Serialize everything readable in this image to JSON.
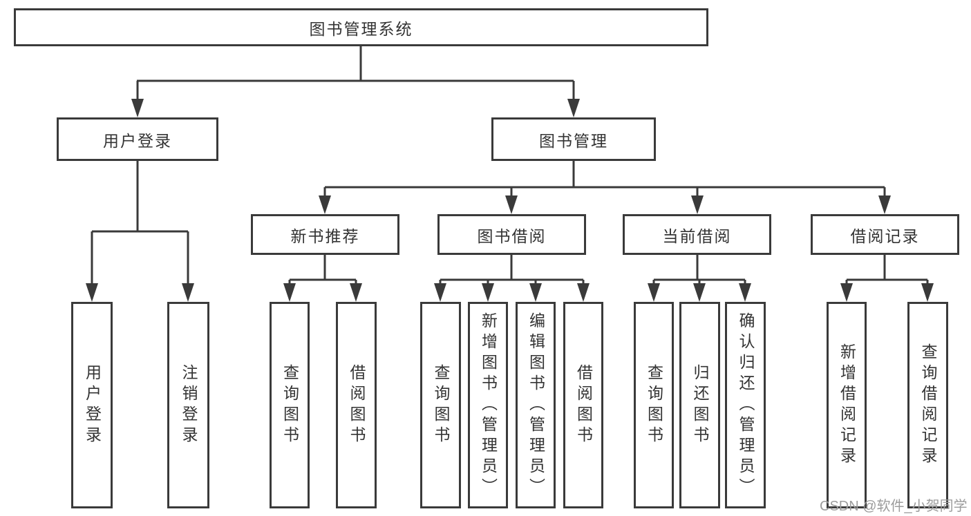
{
  "diagram_title": "图书管理系统",
  "colors": {
    "line": "#3a3a3a",
    "text": "#333333",
    "watermark": "#9c9c9c",
    "box_background": "#ffffff"
  },
  "nodes": {
    "root": {
      "label": "图书管理系统"
    },
    "user_login": {
      "label": "用户登录"
    },
    "book_mgmt": {
      "label": "图书管理"
    },
    "new_book_rec": {
      "label": "新书推荐"
    },
    "book_borrow": {
      "label": "图书借阅"
    },
    "current_borrow": {
      "label": "当前借阅"
    },
    "borrow_records": {
      "label": "借阅记录"
    },
    "leaf_user_login": {
      "label": "用户登录"
    },
    "leaf_logout": {
      "label": "注销登录"
    },
    "leaf_query_books_rec": {
      "label": "查询图书"
    },
    "leaf_borrow_books_rec": {
      "label": "借阅图书"
    },
    "leaf_query_books_borrow": {
      "label": "查询图书"
    },
    "leaf_add_books": {
      "label": "新增图书（管理员）"
    },
    "leaf_edit_books": {
      "label": "编辑图书（管理员）"
    },
    "leaf_borrow_books": {
      "label": "借阅图书"
    },
    "leaf_query_books_current": {
      "label": "查询图书"
    },
    "leaf_return_books": {
      "label": "归还图书"
    },
    "leaf_confirm_return": {
      "label": "确认归还（管理员）"
    },
    "leaf_add_borrow_record": {
      "label": "新增借阅记录"
    },
    "leaf_query_borrow_record": {
      "label": "查询借阅记录"
    }
  },
  "watermark": "CSDN @软件_小贺同学"
}
